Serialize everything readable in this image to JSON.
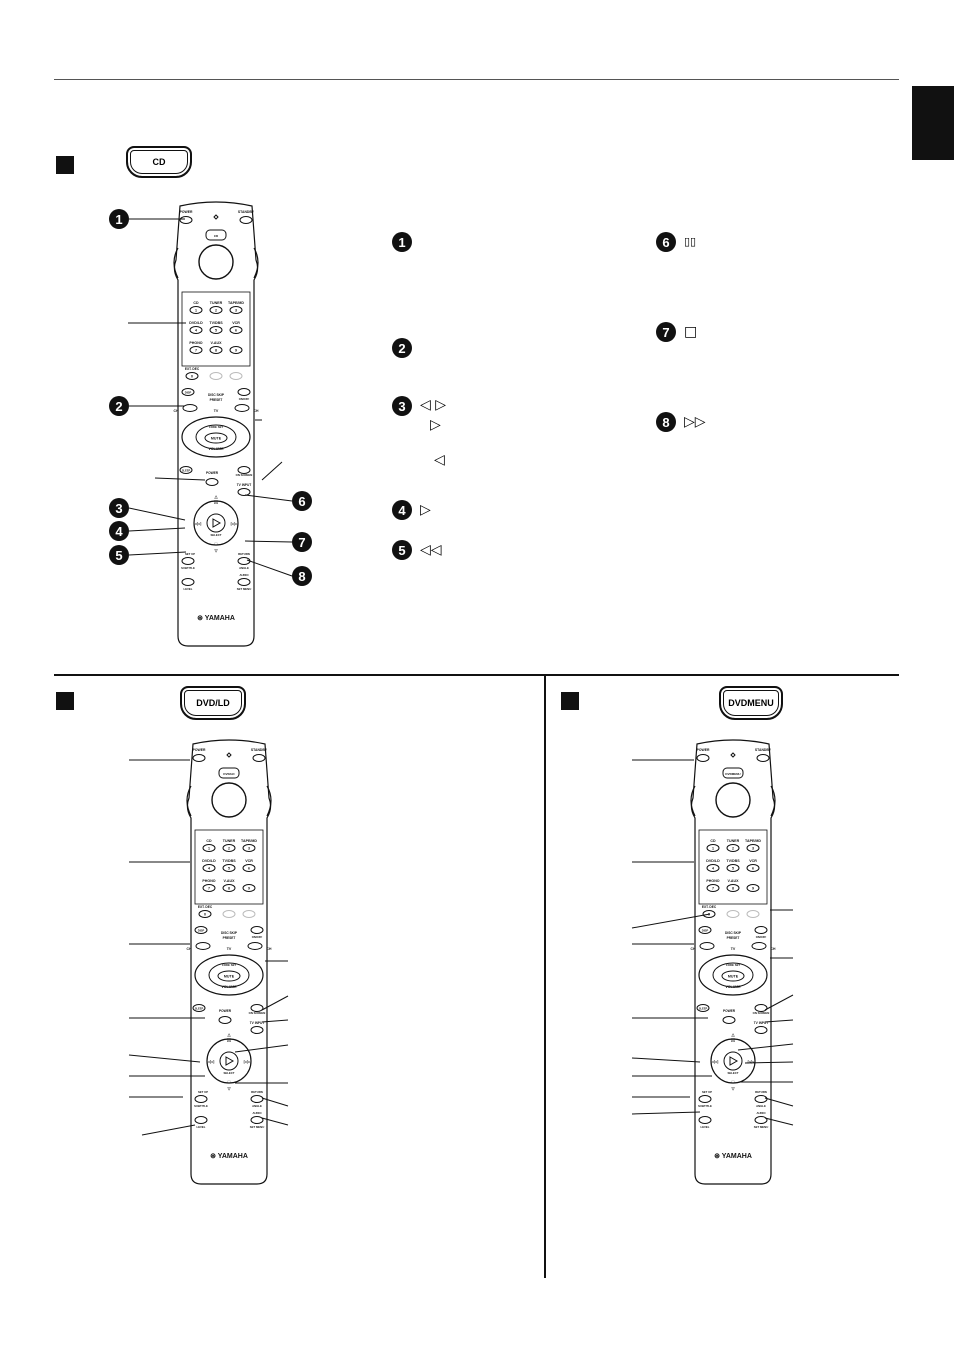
{
  "page": {
    "tab_color": "#111111"
  },
  "sections": {
    "cd": {
      "badge": "CD",
      "callouts": [
        "1",
        "2",
        "3",
        "4",
        "5",
        "6",
        "7",
        "8"
      ]
    },
    "dvd": {
      "badge": "DVD/LD"
    },
    "dvdmenu": {
      "badge": "DVDMENU"
    }
  },
  "legend": {
    "item1": {
      "num": "1",
      "symbols": ""
    },
    "item2": {
      "num": "2",
      "symbols": ""
    },
    "item3": {
      "num": "3",
      "symbols": "◁  ▷",
      "symbols2": "▷",
      "symbols3": "◁"
    },
    "item4": {
      "num": "4",
      "symbols": "▷"
    },
    "item5": {
      "num": "5",
      "symbols": "◁◁"
    },
    "item6": {
      "num": "6",
      "symbols": "▯▯"
    },
    "item7": {
      "num": "7",
      "symbols": "□"
    },
    "item8": {
      "num": "8",
      "symbols": "▷▷"
    }
  },
  "remote": {
    "power": "POWER",
    "standby": "STANDBY",
    "brand": "YAMAHA",
    "inputs": [
      [
        "CD",
        "TUNER",
        "TAPE/MD"
      ],
      [
        "DVD/LD",
        "TV/DBS",
        "VCR"
      ],
      [
        "PHONO",
        "V-AUX",
        ""
      ]
    ],
    "numbers": [
      "1",
      "2",
      "3",
      "4",
      "5",
      "6",
      "7",
      "8",
      "9",
      "0"
    ],
    "mute": "MUTE",
    "volume": "VOLUME",
    "code_set": "CODE SET",
    "disc_skip": "DISC SKIP",
    "preset": "PRESET",
    "ch": "CH",
    "tv": "TV",
    "tv_input": "TV INPUT",
    "select": "SELECT",
    "set_up": "SET UP",
    "return": "RETURN",
    "subtitle": "SUBTITLE",
    "angle": "ANGLE",
    "audio": "AUDIO",
    "set_menu": "SET MENU",
    "level": "LEVEL",
    "sleep": "SLEEP",
    "disp": "DISP",
    "ext_dec": "EXT. DEC",
    "on_screen": "ON SCREEN",
    "on_off": "ON/OFF"
  }
}
